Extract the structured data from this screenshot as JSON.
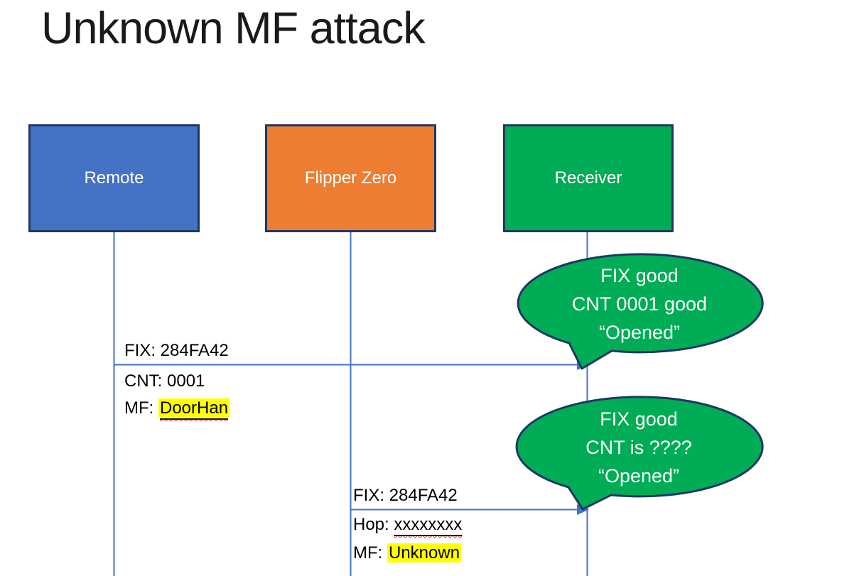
{
  "slide": {
    "title": "Unknown MF attack",
    "background_color": "#FFFFFF"
  },
  "actors": [
    {
      "id": "remote",
      "label": "Remote",
      "fill": "#4472C4",
      "border": "#1F3864",
      "text_color": "#FFFFFF"
    },
    {
      "id": "flipper-zero",
      "label": "Flipper Zero",
      "fill": "#ED7D31",
      "border": "#1F3864",
      "text_color": "#FFFFFF"
    },
    {
      "id": "receiver",
      "label": "Receiver",
      "fill": "#00AC55",
      "border": "#1F3864",
      "text_color": "#FFFFFF"
    }
  ],
  "messages": [
    {
      "from": "Remote",
      "to": "Receiver",
      "lines": [
        {
          "text": "FIX: 284FA42"
        },
        {
          "text": "CNT: 0001"
        },
        {
          "prefix": "MF: ",
          "value": "DoorHan",
          "highlight": true,
          "underline": true,
          "spellcheck_squiggle": true
        }
      ]
    },
    {
      "from": "Flipper Zero",
      "to": "Receiver",
      "lines": [
        {
          "text": "FIX: 284FA42"
        },
        {
          "prefix": "Hop: ",
          "value": "xxxxxxxx",
          "highlight": false,
          "underline": true,
          "spellcheck_squiggle": true
        },
        {
          "prefix": "MF: ",
          "value": "Unknown",
          "highlight": true,
          "underline": false,
          "spellcheck_squiggle": false
        }
      ]
    }
  ],
  "callouts": [
    {
      "speaker": "Receiver",
      "fill": "#00AC55",
      "border": "#1F3864",
      "lines": [
        "FIX good",
        "CNT 0001 good",
        "“Opened”"
      ]
    },
    {
      "speaker": "Receiver",
      "fill": "#00AC55",
      "border": "#1F3864",
      "lines": [
        "FIX good",
        "CNT is ????",
        "“Opened”"
      ]
    }
  ],
  "colors": {
    "lifeline_blue": "#4472C4",
    "arrow_blue": "#4472C4",
    "outline_navy": "#1F3864",
    "highlight_yellow": "#FFFF00",
    "squiggle_red": "#E0412E",
    "title_black": "#1A1A1A"
  }
}
